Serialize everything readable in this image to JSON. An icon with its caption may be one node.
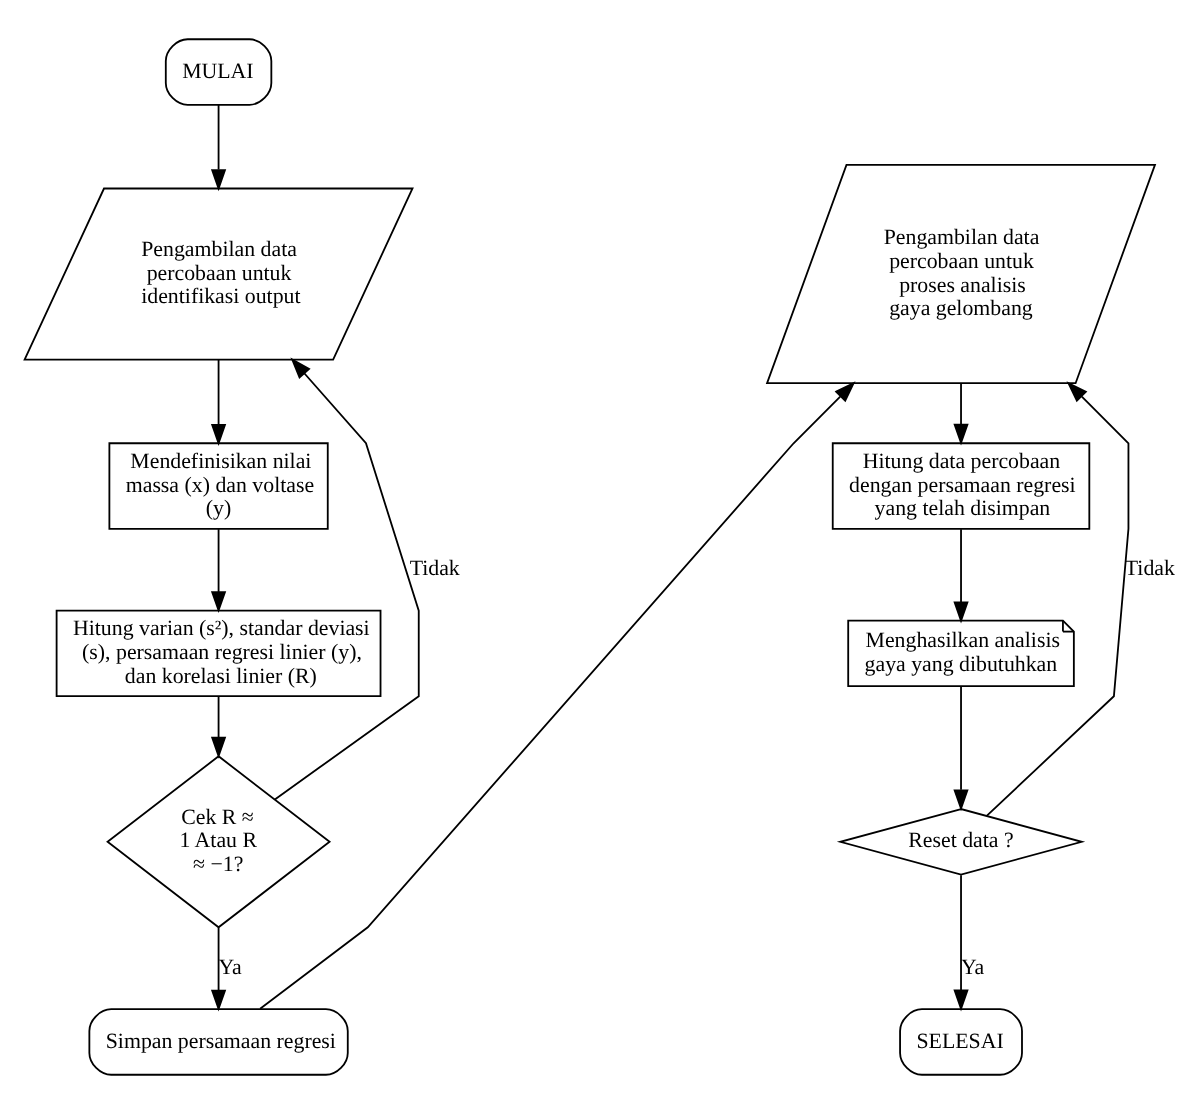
{
  "diagram": {
    "nodes": [
      {
        "text": [
          "MULAI"
        ]
      },
      {
        "text": [
          "Pengambilan data percobaan untuk identifikasi output"
        ]
      },
      {
        "text": [
          "Mendefinisikan nilai massa (x) dan voltase (y)"
        ]
      },
      {
        "text": [
          "Hitung varian (s²), standar deviasi (s), persamaan regresi linier (y), dan korelasi linier (R)"
        ]
      },
      {
        "text": [
          "Cek R ≈ 1 Atau R ≈ −1?"
        ]
      },
      {
        "text": [
          "Simpan persamaan regresi"
        ]
      },
      {
        "text": [
          "Pengambilan data percobaan untuk proses analisis gaya gelombang"
        ]
      },
      {
        "text": [
          "Hitung data percobaan dengan persamaan regresi yang telah disimpan"
        ]
      },
      {
        "text": [
          "Menghasilkan analisis gaya yang dibutuhkan"
        ]
      },
      {
        "text": [
          "Reset data ?"
        ]
      },
      {
        "text": [
          "SELESAI"
        ]
      }
    ],
    "edges": [
      {
        "from": 0,
        "to": 1,
        "arrow": "to"
      },
      {
        "from": 1,
        "to": 2,
        "arrow": "to"
      },
      {
        "from": 2,
        "to": 3,
        "arrow": "to"
      },
      {
        "from": 3,
        "to": 4,
        "arrow": "to"
      },
      {
        "from": 4,
        "to": 1,
        "arrow": "to",
        "label": "Tidak"
      },
      {
        "from": 4,
        "to": 5,
        "arrow": "to",
        "label": "Ya"
      },
      {
        "from": 5,
        "to": 6,
        "arrow": "to"
      },
      {
        "from": 6,
        "to": 7,
        "arrow": "to"
      },
      {
        "from": 7,
        "to": 8,
        "arrow": "to"
      },
      {
        "from": 8,
        "to": 9,
        "arrow": "to"
      },
      {
        "from": 9,
        "to": 6,
        "arrow": "to",
        "label": "Tidak"
      },
      {
        "from": 9,
        "to": 10,
        "arrow": "to",
        "label": "Ya"
      }
    ]
  }
}
